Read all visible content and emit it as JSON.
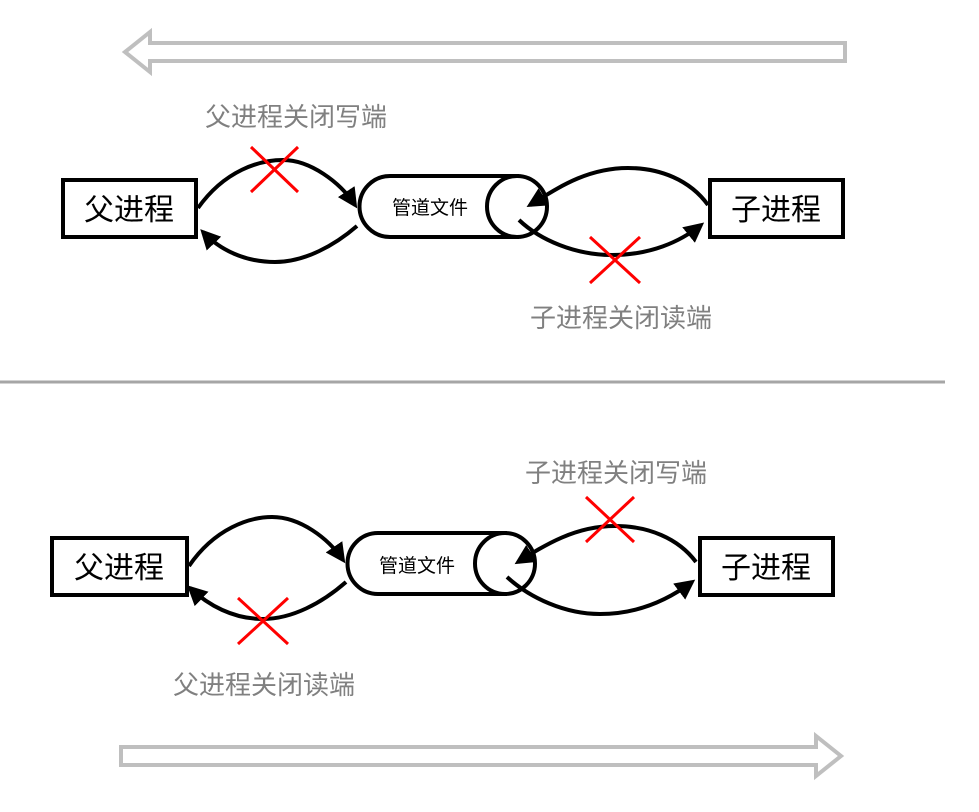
{
  "colors": {
    "line": "#000000",
    "direction_arrow": "#bfbfbf",
    "divider": "#a6a6a6",
    "cross": "#ff0000",
    "annotation_text": "#808080"
  },
  "top": {
    "parent_label": "父进程",
    "pipe_label": "管道文件",
    "child_label": "子进程",
    "parent_close_label": "父进程关闭写端",
    "child_close_label": "子进程关闭读端",
    "direction": "left"
  },
  "bottom": {
    "parent_label": "父进程",
    "pipe_label": "管道文件",
    "child_label": "子进程",
    "child_close_label": "子进程关闭写端",
    "parent_close_label": "父进程关闭读端",
    "direction": "right"
  }
}
